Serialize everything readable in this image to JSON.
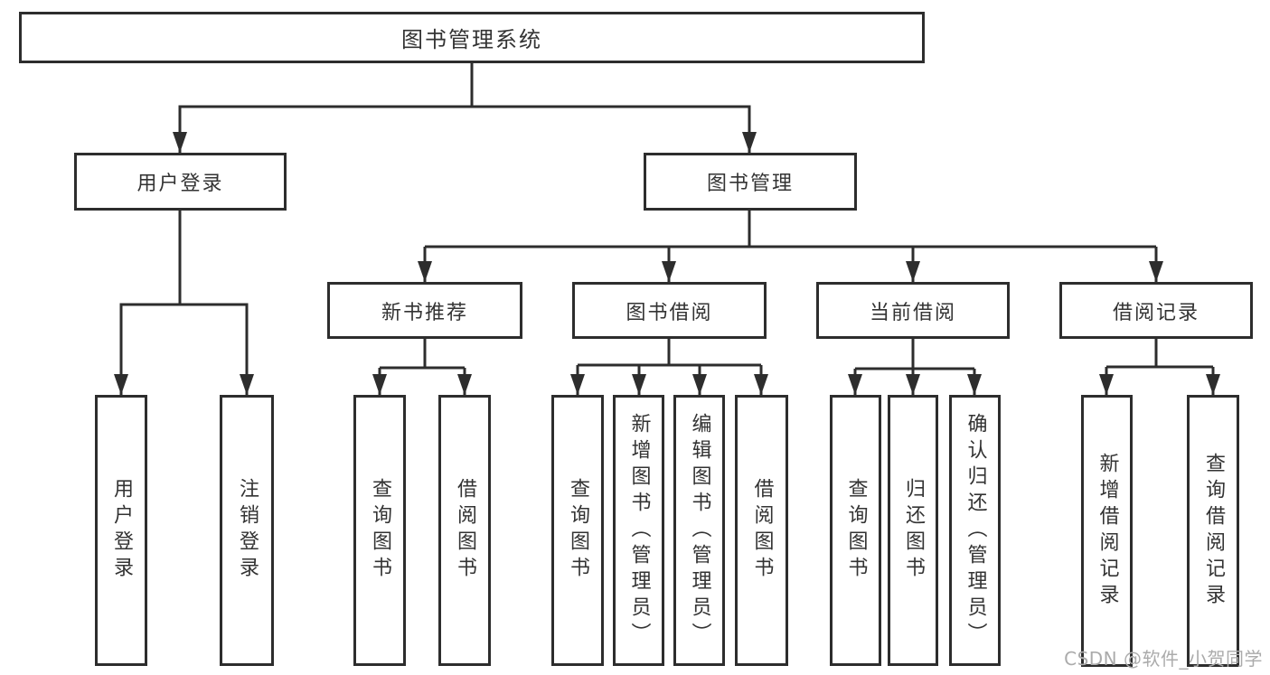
{
  "nodes": {
    "root": "图书管理系统",
    "user_login": "用户登录",
    "book_mgmt": "图书管理",
    "new_book_rec": "新书推荐",
    "book_borrow": "图书借阅",
    "current_borrow": "当前借阅",
    "borrow_record": "借阅记录",
    "ul_user_login": "用户登录",
    "ul_logout": "注销登录",
    "nb_query_book": "查询图书",
    "nb_borrow_book": "借阅图书",
    "bb_query_book": "查询图书",
    "bb_add_book": "新增图书（管理员）",
    "bb_edit_book": "编辑图书（管理员）",
    "bb_borrow_book": "借阅图书",
    "cb_query_book": "查询图书",
    "cb_return_book": "归还图书",
    "cb_confirm_return": "确认归还（管理员）",
    "br_add_record": "新增借阅记录",
    "br_query_record": "查询借阅记录"
  },
  "watermark": "CSDN @软件_小贺同学",
  "colors": {
    "line": "#2d2d2d",
    "text": "#333333",
    "watermark": "#ababab",
    "background": "#ffffff"
  }
}
